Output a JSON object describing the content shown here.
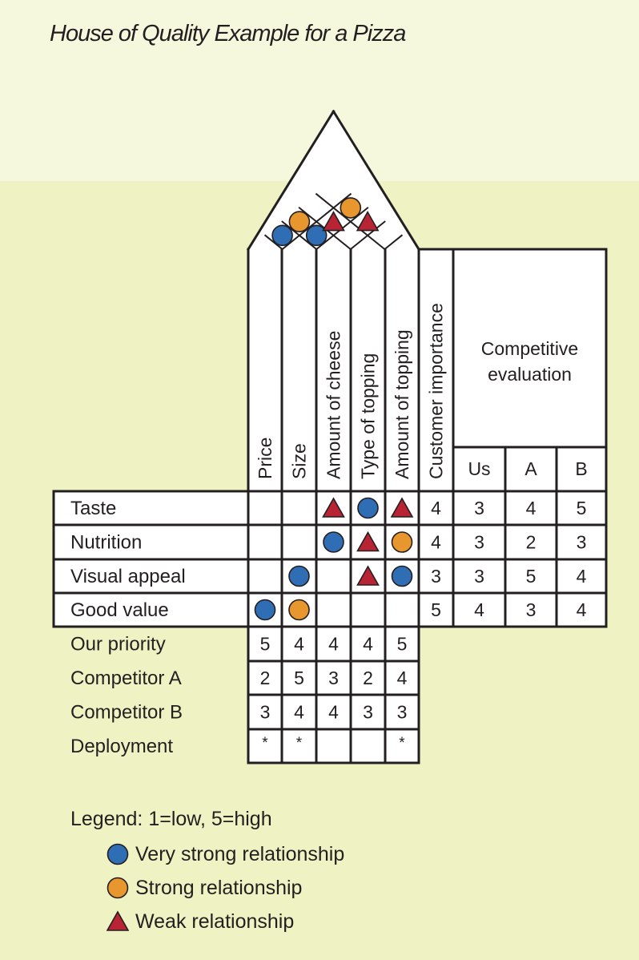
{
  "title": "House of Quality Example for a Pizza",
  "columns": [
    "Price",
    "Size",
    "Amount of cheese",
    "Type of topping",
    "Amount of topping"
  ],
  "importance_header": "Customer importance",
  "competitive": {
    "header": "Competitive evaluation",
    "header_lines": [
      "Competitive",
      "evaluation"
    ],
    "subheaders": [
      "Us",
      "A",
      "B"
    ]
  },
  "requirements": [
    {
      "label": "Taste",
      "cells": [
        "",
        "",
        "weak",
        "very-strong",
        "weak"
      ],
      "importance": "4",
      "evaluation": [
        "3",
        "4",
        "5"
      ]
    },
    {
      "label": "Nutrition",
      "cells": [
        "",
        "",
        "very-strong",
        "weak",
        "strong"
      ],
      "importance": "4",
      "evaluation": [
        "3",
        "2",
        "3"
      ]
    },
    {
      "label": "Visual appeal",
      "cells": [
        "",
        "very-strong",
        "",
        "weak",
        "very-strong"
      ],
      "importance": "3",
      "evaluation": [
        "3",
        "5",
        "4"
      ]
    },
    {
      "label": "Good value",
      "cells": [
        "very-strong",
        "strong",
        "",
        "",
        ""
      ],
      "importance": "5",
      "evaluation": [
        "4",
        "3",
        "4"
      ]
    }
  ],
  "bottom_rows": [
    {
      "label": "Our priority",
      "values": [
        "5",
        "4",
        "4",
        "4",
        "5"
      ]
    },
    {
      "label": "Competitor A",
      "values": [
        "2",
        "5",
        "3",
        "2",
        "4"
      ]
    },
    {
      "label": "Competitor B",
      "values": [
        "3",
        "4",
        "4",
        "3",
        "3"
      ]
    },
    {
      "label": "Deployment",
      "values": [
        "*",
        "*",
        "",
        "",
        "*"
      ]
    }
  ],
  "roof": [
    {
      "pair": [
        0,
        1
      ],
      "type": "very-strong"
    },
    {
      "pair": [
        1,
        2
      ],
      "type": "very-strong"
    },
    {
      "pair": [
        0,
        2
      ],
      "type": "strong"
    },
    {
      "pair": [
        1,
        3
      ],
      "type": "weak"
    },
    {
      "pair": [
        2,
        4
      ],
      "type": "weak"
    },
    {
      "pair": [
        1,
        4
      ],
      "type": "strong"
    }
  ],
  "legend": {
    "title": "Legend: 1=low, 5=high",
    "items": [
      {
        "symbol": "very-strong",
        "label": "Very strong relationship"
      },
      {
        "symbol": "strong",
        "label": "Strong relationship"
      },
      {
        "symbol": "weak",
        "label": "Weak relationship"
      }
    ]
  },
  "colors": {
    "very-strong": "#2f6db5",
    "strong": "#e8962e",
    "weak": "#b82433",
    "line": "#231f20",
    "cell": "#ffffff",
    "background": "#eff2c2",
    "top_band": "#f6f8dd"
  }
}
